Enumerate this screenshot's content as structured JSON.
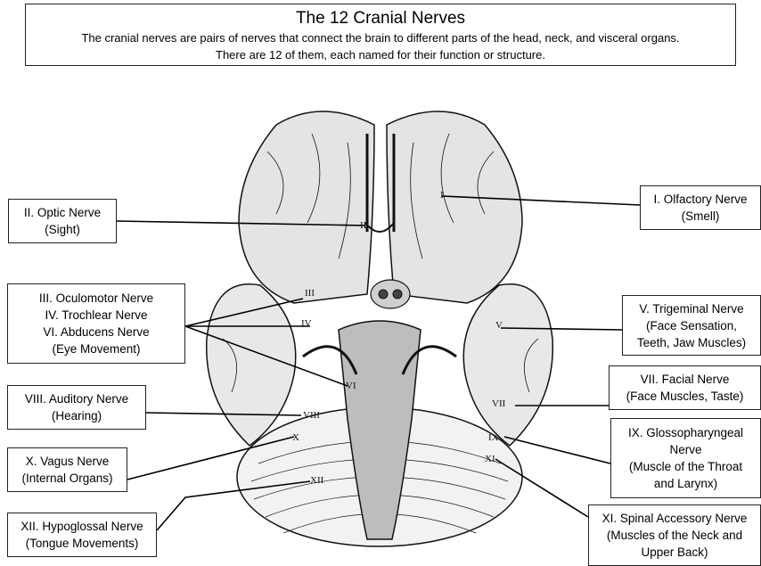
{
  "header": {
    "title": "The 12 Cranial Nerves",
    "description_line1": "The cranial nerves are pairs of nerves that connect the brain to different parts of the head, neck, and visceral organs.",
    "description_line2": "There are 12 of them, each named for their function or structure."
  },
  "labels": {
    "optic": [
      "II. Optic Nerve",
      "(Sight)"
    ],
    "olfactory": [
      "I. Olfactory Nerve",
      "(Smell)"
    ],
    "eye": [
      "III. Oculomotor Nerve",
      "IV. Trochlear Nerve",
      "VI. Abducens Nerve",
      "(Eye Movement)"
    ],
    "trigeminal": [
      "V. Trigeminal Nerve",
      "(Face Sensation,",
      "Teeth, Jaw Muscles)"
    ],
    "facial": [
      "VII. Facial Nerve",
      "(Face Muscles, Taste)"
    ],
    "auditory": [
      "VIII. Auditory Nerve",
      "(Hearing)"
    ],
    "glosso": [
      "IX. Glossopharyngeal",
      "Nerve",
      "(Muscle of the Throat",
      "and Larynx)"
    ],
    "vagus": [
      "X. Vagus Nerve",
      "(Internal Organs)"
    ],
    "hypoglossal": [
      "XII. Hypoglossal Nerve",
      "(Tongue Movements)"
    ],
    "accessory": [
      "XI. Spinal Accessory Nerve",
      "(Muscles of the Neck and",
      "Upper Back)"
    ]
  },
  "numerals": {
    "I": "I",
    "II": "II",
    "III": "III",
    "IV": "IV",
    "V": "V",
    "VI": "VI",
    "VII": "VII",
    "VIII": "VIII",
    "IX": "IX",
    "X": "X",
    "XI": "XI",
    "XII": "XII"
  }
}
